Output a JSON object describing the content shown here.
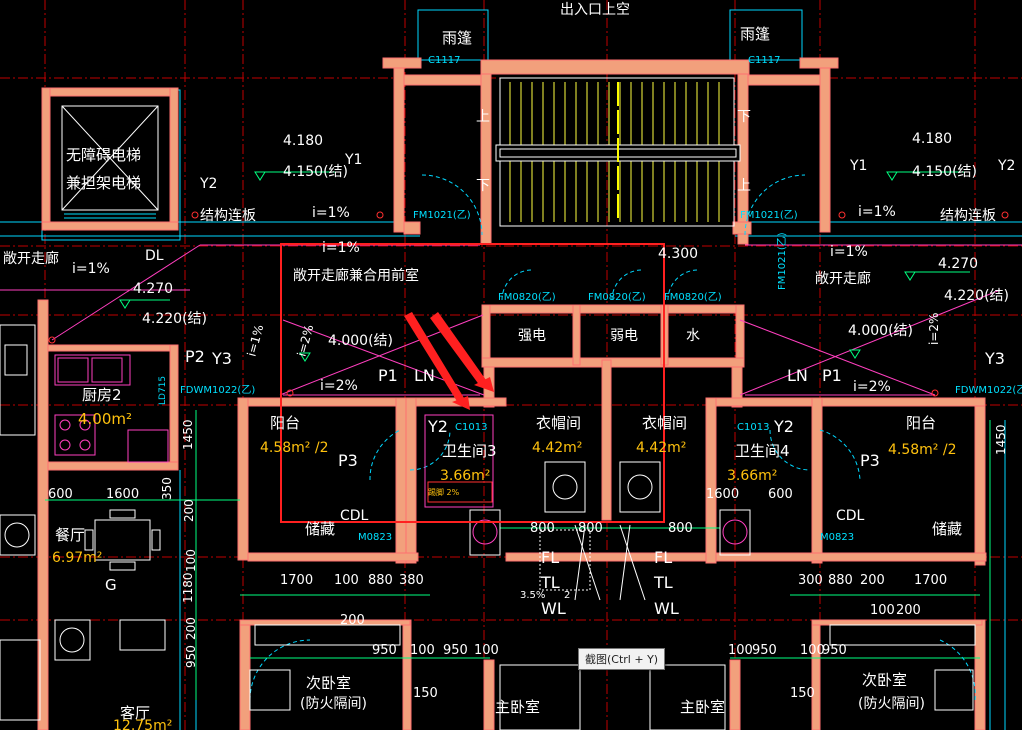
{
  "colors": {
    "background": "#000000",
    "wall": "#f2a07c",
    "wall_outline": "#ff8080",
    "grid": "#d00000",
    "dim": "#00ff7f",
    "text": "#ffffff",
    "area": "#ffc20e",
    "cyan": "#00e0ff",
    "yellow": "#ffff00",
    "magenta": "#ff3fbf",
    "selection": "#ff2020"
  },
  "tooltip": "截图(Ctrl + Y)",
  "labels": {
    "top_title": "出入口上空",
    "canopy_left": "雨篷",
    "canopy_right": "雨篷",
    "c1117_l": "C1117",
    "c1117_r": "C1117",
    "stair_up1": "上",
    "stair_up2": "上",
    "stair_down1": "下",
    "stair_down2": "下",
    "elev1": "无障碍电梯",
    "elev2": "兼担架电梯",
    "elev_y2": "Y2",
    "dl": "DL",
    "lev_4180_l": "4.180",
    "lev_4150_l": "4.150(结)",
    "y1_l": "Y1",
    "slope_l1": "i=1%",
    "struct_l": "结构连板",
    "fm1021_l": "FM1021(乙)",
    "lev_4180_r": "4.180",
    "lev_4150_r": "4.150(结)",
    "y1_r": "Y1",
    "y2_r": "Y2",
    "slope_r1": "i=1%",
    "struct_r": "结构连板",
    "fm1021_r": "FM1021(乙)",
    "open_corr_l": "敞开走廊",
    "slope_l2": "i=1%",
    "lev_4270_l": "4.270",
    "lev_4220_l": "4.220(结)",
    "slope_c1": "i=1%",
    "corr_hall": "敞开走廊兼合用前室",
    "lev_4300": "4.300",
    "fm0820_1": "FM0820(乙)",
    "fm0820_2": "FM0820(乙)",
    "fm0820_3": "FM0820(乙)",
    "fm1021_v": "FM1021(乙)",
    "strong": "强电",
    "weak": "弱电",
    "water": "水",
    "open_corr_r": "敞开走廊",
    "slope_r2": "i=1%",
    "lev_4270_r": "4.270",
    "lev_4220_r": "4.220(结)",
    "lev_4000_l": "4.000(结)",
    "lev_4000_r": "4.000(结)",
    "slope_l3": "i=2%",
    "slope_l4": "i=2%",
    "slope_l5": "i=1%",
    "slope_r3": "i=2%",
    "slope_r4": "i=2%",
    "p2": "P2",
    "y3_l": "Y3",
    "p1_l": "P1",
    "ln_l": "LN",
    "p1_r": "P1",
    "ln_r": "LN",
    "y3_r": "Y3",
    "fdwm_l": "FDWM1022(乙)",
    "fdwm_r": "FDWM1022(乙)",
    "kitchen": "厨房2",
    "kitchen_area": "4.00m²",
    "ld715": "LD715",
    "balcony_l": "阳台",
    "balcony_l_area": "4.58m² /2",
    "p3_l": "P3",
    "cdl_l": "CDL",
    "storage_l": "储藏",
    "m0823_l": "M0823",
    "balcony_r": "阳台",
    "balcony_r_area": "4.58m² /2",
    "p3_r": "P3",
    "cdl_r": "CDL",
    "storage_r": "储藏",
    "m0823_r": "M0823",
    "y2_c": "Y2",
    "c1013_l": "C1013",
    "bath3": "卫生间3",
    "bath3_area": "3.66m²",
    "bath3_note": "踢脚 2%",
    "cloak_l": "衣帽间",
    "cloak_l_area": "4.42m²",
    "cloak_r": "衣帽间",
    "cloak_r_area": "4.42m²",
    "c1013_r": "C1013",
    "y2_c2": "Y2",
    "bath4": "卫生间4",
    "bath4_area": "3.66m²",
    "dining": "餐厅",
    "dining_area": "6.97m²",
    "living": "客厅",
    "living_area": "12.75m²",
    "bed2_l": "次卧室",
    "bed2_l_sub": "(防火隔间)",
    "bed2_r": "次卧室",
    "bed2_r_sub": "(防火隔间)",
    "master_l": "主卧室",
    "master_r": "主卧室",
    "fl_l": "FL",
    "tl_l": "TL",
    "wl_l": "WL",
    "fl_r": "FL",
    "tl_r": "TL",
    "wl_r": "WL",
    "d600_l": "600",
    "d1600_l": "1600",
    "d350": "350",
    "d200_v1": "200",
    "d1450": "1450",
    "d1450_r": "1450",
    "d1700_l": "1700",
    "d100_l1": "100",
    "d880_l": "880",
    "d380": "380",
    "d800_c1": "800",
    "d800_c2": "800",
    "d800_c3": "800",
    "d1600_r": "1600",
    "d600_r": "600",
    "d300_r": "300",
    "d880_r": "880",
    "d200_r": "200",
    "d1700_r": "1700",
    "d200_h": "200",
    "d950_1": "950",
    "d100_m": "100",
    "d950_2": "950",
    "d100_m2": "100",
    "d100_m3": "100",
    "d950_3": "950",
    "d100_r2": "100",
    "d950_4": "950",
    "d150_l": "150",
    "d150_r": "150",
    "d100_bl": "100",
    "d200_r2": "200",
    "d100_v": "100",
    "d1180": "1180",
    "d200_v2": "200",
    "d950_v": "950",
    "g_mark": "G",
    "tag_3s": "3.5%",
    "tag_2_v": "2"
  }
}
